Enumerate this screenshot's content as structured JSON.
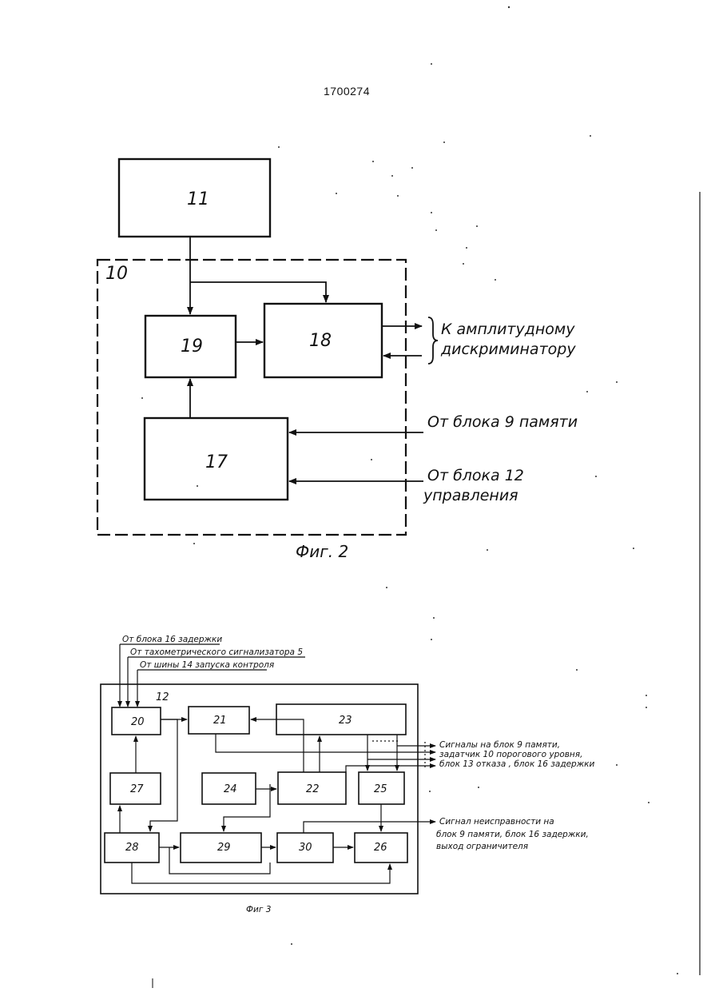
{
  "patent_number": "1700274",
  "fig2": {
    "caption": "Фиг. 2",
    "container_label": "10",
    "blocks": {
      "b11": "11",
      "b19": "19",
      "b18": "18",
      "b17": "17"
    },
    "to_amp_line1": "К амплитудному",
    "to_amp_line2": "дискриминатору",
    "from_mem": "От блока 9 памяти",
    "from_ctrl_line1": "От блока 12",
    "from_ctrl_line2": "управления"
  },
  "fig3": {
    "caption": "Фиг 3",
    "container_label": "12",
    "inputs": {
      "delay": "От блока 16 задержки",
      "tacho": "От тахометрического сигнализатора 5",
      "bus": "От шины 14 запуска контроля"
    },
    "blocks": {
      "b20": "20",
      "b21": "21",
      "b23": "23",
      "b27": "27",
      "b24": "24",
      "b22": "22",
      "b25": "25",
      "b28": "28",
      "b29": "29",
      "b30": "30",
      "b26": "26"
    },
    "signals_line1": "Сигналы на блок 9 памяти,",
    "signals_line2": "задатчик 10 порогового уровня,",
    "signals_line3": "блок 13 отказа , блок 16 задержки",
    "fault_line1": "Сигнал неисправности на",
    "fault_line2": "блок 9 памяти, блок 16 задержки,",
    "fault_line3": "выход ограничителя"
  }
}
